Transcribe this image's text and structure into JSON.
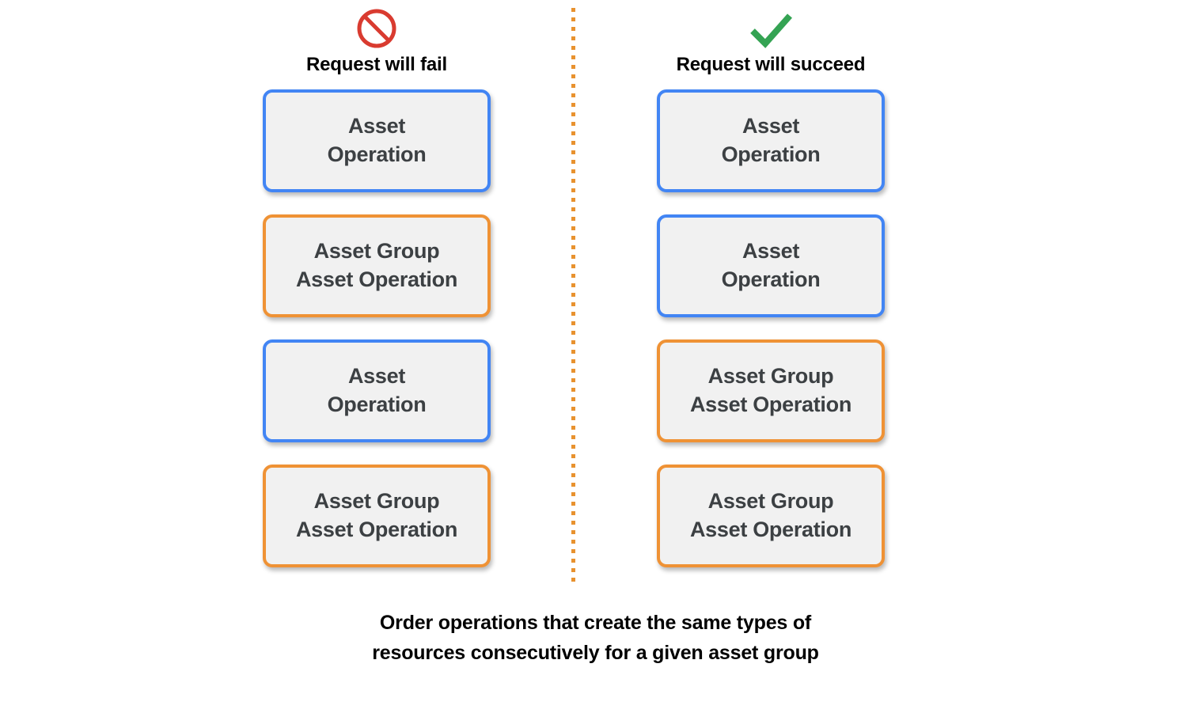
{
  "colors": {
    "blue_border": "#4285f4",
    "orange_border": "#ef9235",
    "box_fill": "#f1f1f1",
    "box_text": "#3c4043",
    "fail_icon": "#d93b30",
    "succeed_icon": "#34a353",
    "divider": "#e8922f",
    "background": "#ffffff"
  },
  "columns": [
    {
      "id": "fail",
      "icon": "prohibition-icon",
      "title": "Request will fail",
      "boxes": [
        {
          "type": "blue",
          "label": "Asset\nOperation"
        },
        {
          "type": "orange",
          "label": "Asset Group\nAsset Operation"
        },
        {
          "type": "blue",
          "label": "Asset\nOperation"
        },
        {
          "type": "orange",
          "label": "Asset Group\nAsset Operation"
        }
      ]
    },
    {
      "id": "succeed",
      "icon": "checkmark-icon",
      "title": "Request will succeed",
      "boxes": [
        {
          "type": "blue",
          "label": "Asset\nOperation"
        },
        {
          "type": "blue",
          "label": "Asset\nOperation"
        },
        {
          "type": "orange",
          "label": "Asset Group\nAsset Operation"
        },
        {
          "type": "orange",
          "label": "Asset Group\nAsset Operation"
        }
      ]
    }
  ],
  "caption": {
    "line1": "Order operations that create the same types of",
    "line2": "resources consecutively for a given asset group"
  }
}
